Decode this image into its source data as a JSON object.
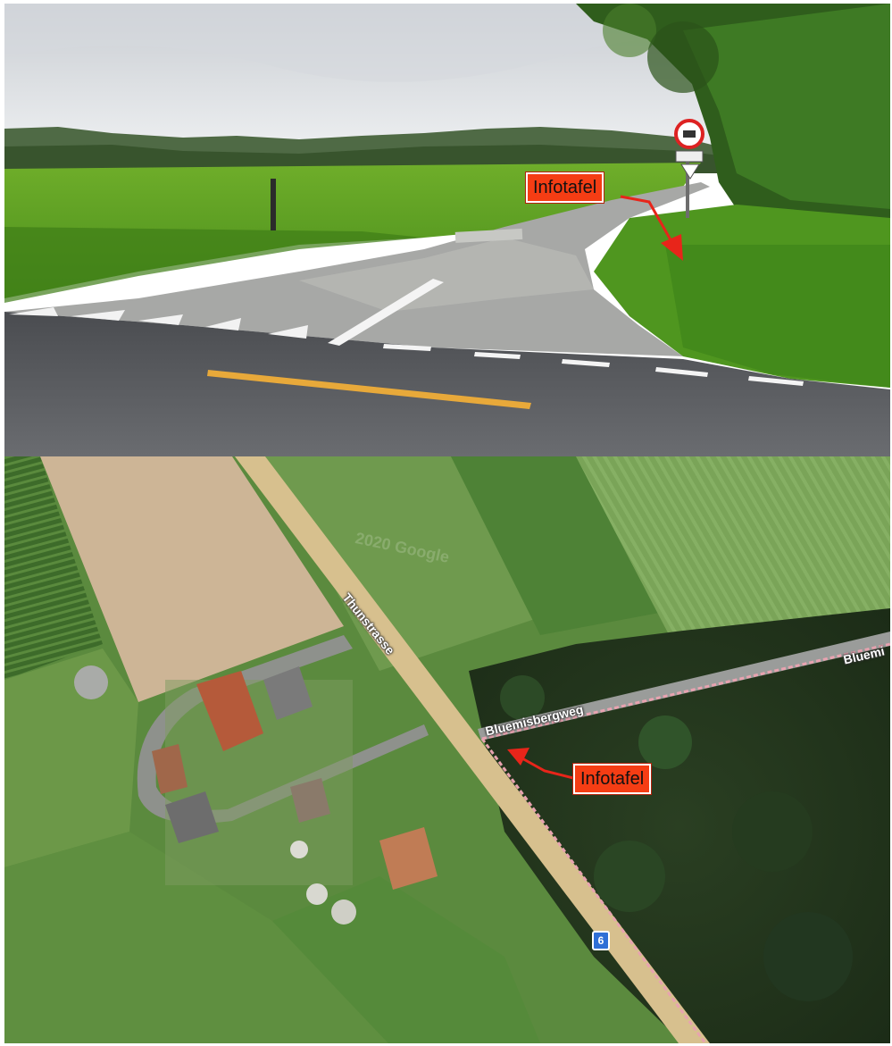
{
  "street_view": {
    "callout_label": "Infotafel"
  },
  "satellite_map": {
    "callout_label": "Infotafel",
    "road_labels": {
      "main_road": "Thunstrasse",
      "side_road": "Bluemisbergweg",
      "side_road_edge": "Bluemi"
    },
    "route_shield": "6",
    "watermark": "2020 Google"
  },
  "colors": {
    "callout_fill": "#f53d14",
    "arrow": "#e8251a",
    "road_center_line": "#e8a93a",
    "route_shield": "#2f6fd6"
  }
}
